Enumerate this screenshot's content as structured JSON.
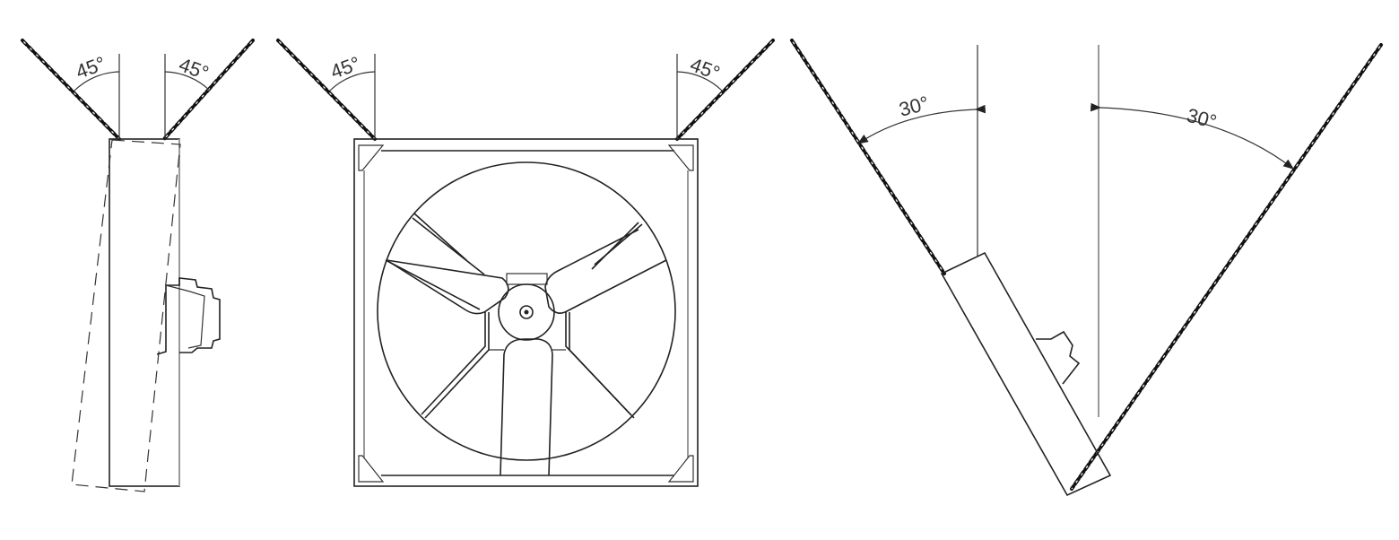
{
  "views": {
    "side": {
      "angle_left": "45°",
      "angle_right": "45°"
    },
    "front": {
      "angle_left": "45°",
      "angle_right": "45°"
    },
    "tilted": {
      "angle_left": "30°",
      "angle_right": "30°"
    }
  },
  "colors": {
    "line": "#222222",
    "frame_gray": "#999999"
  }
}
